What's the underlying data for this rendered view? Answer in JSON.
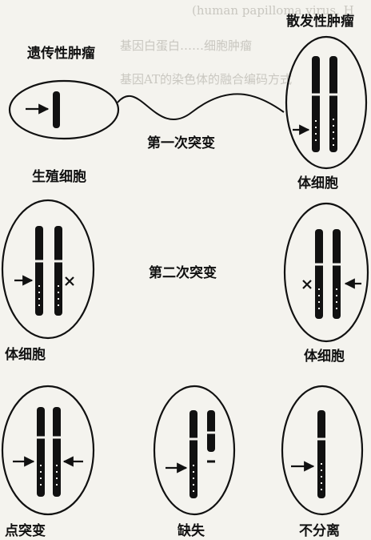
{
  "background_text": {
    "line1": "(human papilloma virus, H",
    "line2": "基因白蛋白……细胞肿瘤",
    "line3": "基因AT的染色体的融合编码方式"
  },
  "labels": {
    "hereditary_tumor": "遗传性肿瘤",
    "sporadic_tumor": "散发性肿瘤",
    "first_mutation": "第一次突变",
    "germ_cell": "生殖细胞",
    "somatic_cell_top": "体细胞",
    "second_mutation": "第二次突变",
    "somatic_cell_left": "体细胞",
    "somatic_cell_right": "体细胞",
    "point_mutation": "点突变",
    "deletion": "缺失",
    "nondisjunction": "不分离"
  },
  "colors": {
    "ink": "#111111",
    "paper": "#f4f3ee"
  }
}
